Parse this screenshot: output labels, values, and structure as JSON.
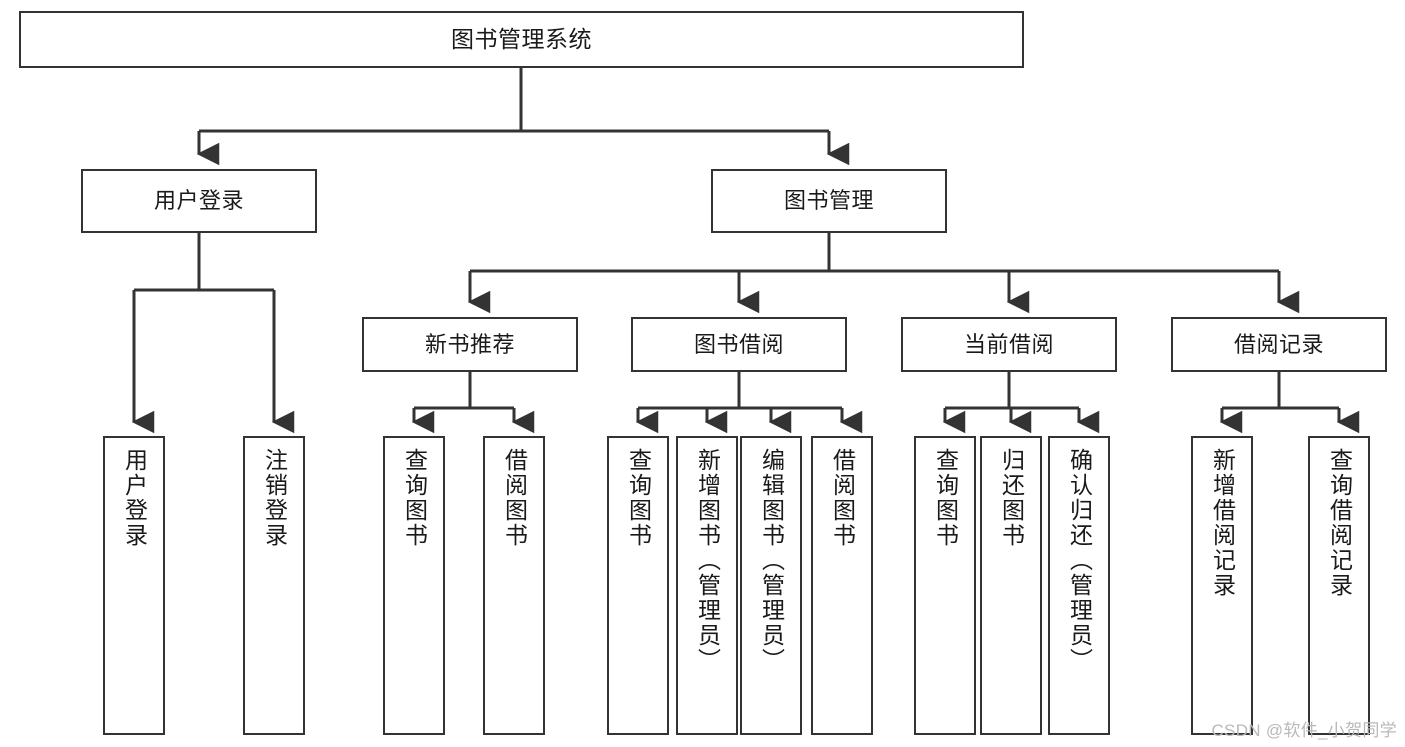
{
  "diagram": {
    "title": "图书管理系统",
    "type": "tree-hierarchy-diagram",
    "watermark": "CSDN @软件_小贺同学",
    "colors": {
      "box_border": "#333333",
      "box_fill": "#ffffff",
      "connector": "#333333",
      "text": "#1a1a1a",
      "watermark": "#b9b9b9"
    },
    "levels": {
      "level1": {
        "root": {
          "label": "图书管理系统"
        }
      },
      "level2": [
        {
          "label": "用户登录"
        },
        {
          "label": "图书管理"
        }
      ],
      "level3": [
        {
          "label": "新书推荐"
        },
        {
          "label": "图书借阅"
        },
        {
          "label": "当前借阅"
        },
        {
          "label": "借阅记录"
        }
      ],
      "leaves": {
        "user_login": [
          {
            "label": "用户登录"
          },
          {
            "label": "注销登录"
          }
        ],
        "new_book_recommend": [
          {
            "label": "查询图书"
          },
          {
            "label": "借阅图书"
          }
        ],
        "book_borrow": [
          {
            "label": "查询图书"
          },
          {
            "label": "新增图书（管理员）"
          },
          {
            "label": "编辑图书（管理员）"
          },
          {
            "label": "借阅图书"
          }
        ],
        "current_borrow": [
          {
            "label": "查询图书"
          },
          {
            "label": "归还图书"
          },
          {
            "label": "确认归还（管理员）"
          }
        ],
        "borrow_records": [
          {
            "label": "新增借阅记录"
          },
          {
            "label": "查询借阅记录"
          }
        ]
      }
    }
  }
}
